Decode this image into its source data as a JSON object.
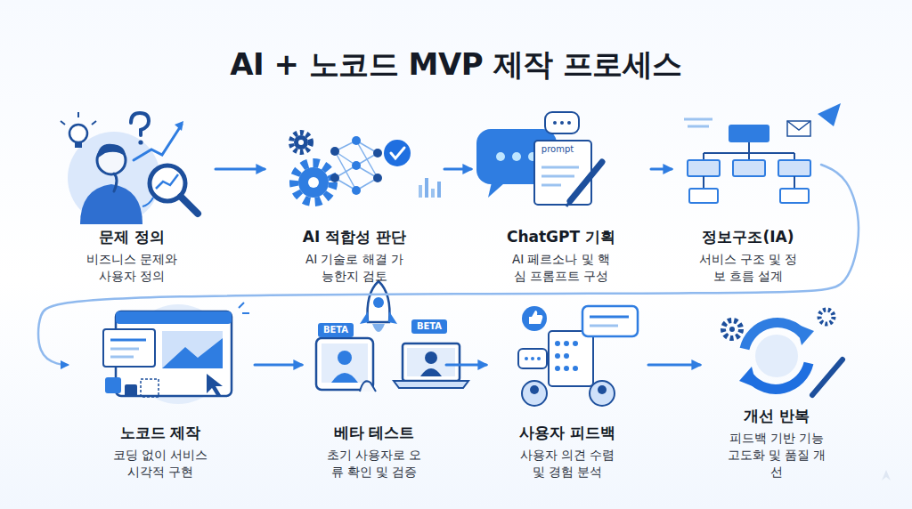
{
  "diagram": {
    "title": "AI + 노코드 MVP 제작 프로세스",
    "nodes": [
      {
        "text": [
          "문제 정의",
          "비즈니스 문제와 사용자 정의"
        ]
      },
      {
        "text": [
          "AI 적합성 판단",
          "AI 기술로 해결 가능한지 검토"
        ]
      },
      {
        "text": [
          "ChatGPT 기획",
          "AI 페르소나 및 핵심 프롬프트 구성"
        ]
      },
      {
        "text": [
          "정보구조(IA)",
          "서비스 구조 및 정보 흐름 설계"
        ]
      },
      {
        "text": [
          "노코드 제작",
          "코딩 없이 서비스 시각적 구현"
        ]
      },
      {
        "text": [
          "베타 테스트",
          "초기 사용자로 오류 확인 및 검증"
        ]
      },
      {
        "text": [
          "사용자 피드백",
          "사용자 의견 수렴 및 경험 분석"
        ]
      },
      {
        "text": [
          "개선 반복",
          "피드백 기반 기능 고도화 및 품질 개선"
        ]
      }
    ],
    "edges": [
      {
        "from": 0,
        "to": 1,
        "arrow": "to"
      },
      {
        "from": 1,
        "to": 2,
        "arrow": "to"
      },
      {
        "from": 2,
        "to": 3,
        "arrow": "to"
      },
      {
        "from": 3,
        "to": 4,
        "arrow": "to"
      },
      {
        "from": 4,
        "to": 5,
        "arrow": "to"
      },
      {
        "from": 5,
        "to": 6,
        "arrow": "to"
      },
      {
        "from": 6,
        "to": 7,
        "arrow": "to"
      }
    ],
    "labels": [
      "prompt",
      "BETA",
      "BETA"
    ]
  }
}
